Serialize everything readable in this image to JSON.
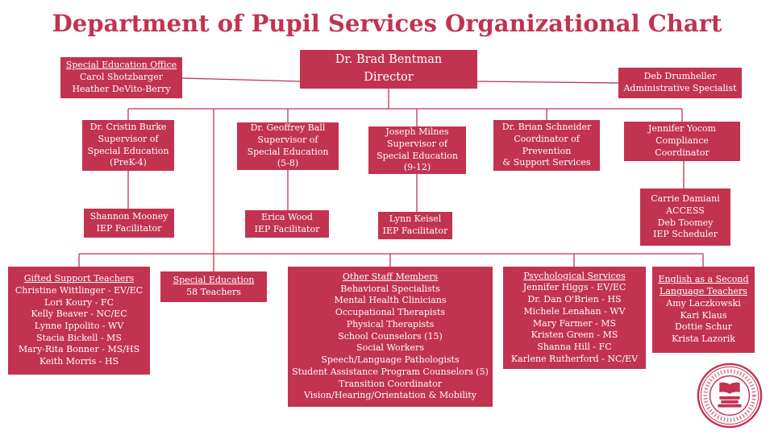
{
  "title": "Department of Pupil Services Organizational Chart",
  "colors": {
    "accent": "#C23350",
    "box_text": "#FFFFFF",
    "background": "#FFFFFF"
  },
  "nodes": {
    "director": {
      "lines": [
        "Dr. Brad Bentman",
        "Director"
      ]
    },
    "special_education_office": {
      "header": "Special Education Office",
      "lines": [
        "Carol Shotzbarger",
        "Heather DeVito-Berry"
      ]
    },
    "administrative_specialist": {
      "lines": [
        "Deb Drumheller",
        "Administrative Specialist"
      ]
    },
    "supervisor_prek4": {
      "lines": [
        "Dr. Cristin Burke",
        "Supervisor of",
        "Special Education",
        "(PreK-4)"
      ]
    },
    "supervisor_5_8": {
      "lines": [
        "Dr. Geoffrey Ball",
        "Supervisor of",
        "Special Education",
        "(5-8)"
      ]
    },
    "supervisor_9_12": {
      "lines": [
        "Joseph Milnes",
        "Supervisor of",
        "Special Education",
        "(9-12)"
      ]
    },
    "prevention_coordinator": {
      "lines": [
        "Dr. Brian Schneider",
        "Coordinator of",
        "Prevention",
        "& Support Services"
      ]
    },
    "compliance_coordinator": {
      "lines": [
        "Jennifer Yocom",
        "Compliance",
        "Coordinator"
      ]
    },
    "iep_facilitator_prek4": {
      "lines": [
        "Shannon Mooney",
        "IEP Facilitator"
      ]
    },
    "iep_facilitator_5_8": {
      "lines": [
        "Erica Wood",
        "IEP Facilitator"
      ]
    },
    "iep_facilitator_9_12": {
      "lines": [
        "Lynn Keisel",
        "IEP Facilitator"
      ]
    },
    "access_scheduler": {
      "lines": [
        "Carrie Damiani",
        "ACCESS",
        "Deb Toomey",
        "IEP Scheduler"
      ]
    },
    "gifted_support": {
      "header": "Gifted Support Teachers",
      "lines": [
        "Christine Wittlinger - EV/EC",
        "Lori Koury - FC",
        "Kelly Beaver - NC/EC",
        "Lynne Ippolito - WV",
        "Stacia Bickell - MS",
        "Mary-Rita Bonner - MS/HS",
        "Keith Morris - HS"
      ]
    },
    "special_education": {
      "header": "Special Education",
      "lines": [
        "58 Teachers"
      ]
    },
    "other_staff": {
      "header": "Other Staff Members",
      "lines": [
        "Behavioral Specialists",
        "Mental Health Clinicians",
        "Occupational Therapists",
        "Physical Therapists",
        "School Counselors (15)",
        "Social Workers",
        "Speech/Language Pathologists",
        "Student Assistance Program Counselors (5)",
        "Transition Coordinator",
        "Vision/Hearing/Orientation & Mobility"
      ]
    },
    "psychological_services": {
      "header": "Psychological Services",
      "lines": [
        "Jennifer Higgs - EV/EC",
        "Dr. Dan O'Brien - HS",
        "Michele Lenahan - WV",
        "Mary Farmer - MS",
        "Kristen Green - MS",
        "Shanna Hill - FC",
        "Karlene Rutherford - NC/EV"
      ]
    },
    "esl_teachers": {
      "header": "English as a Second Language Teachers",
      "lines": [
        "Amy Laczkowski",
        "Kari Klaus",
        "Dottie Schur",
        "Krista Lazorik"
      ]
    }
  }
}
